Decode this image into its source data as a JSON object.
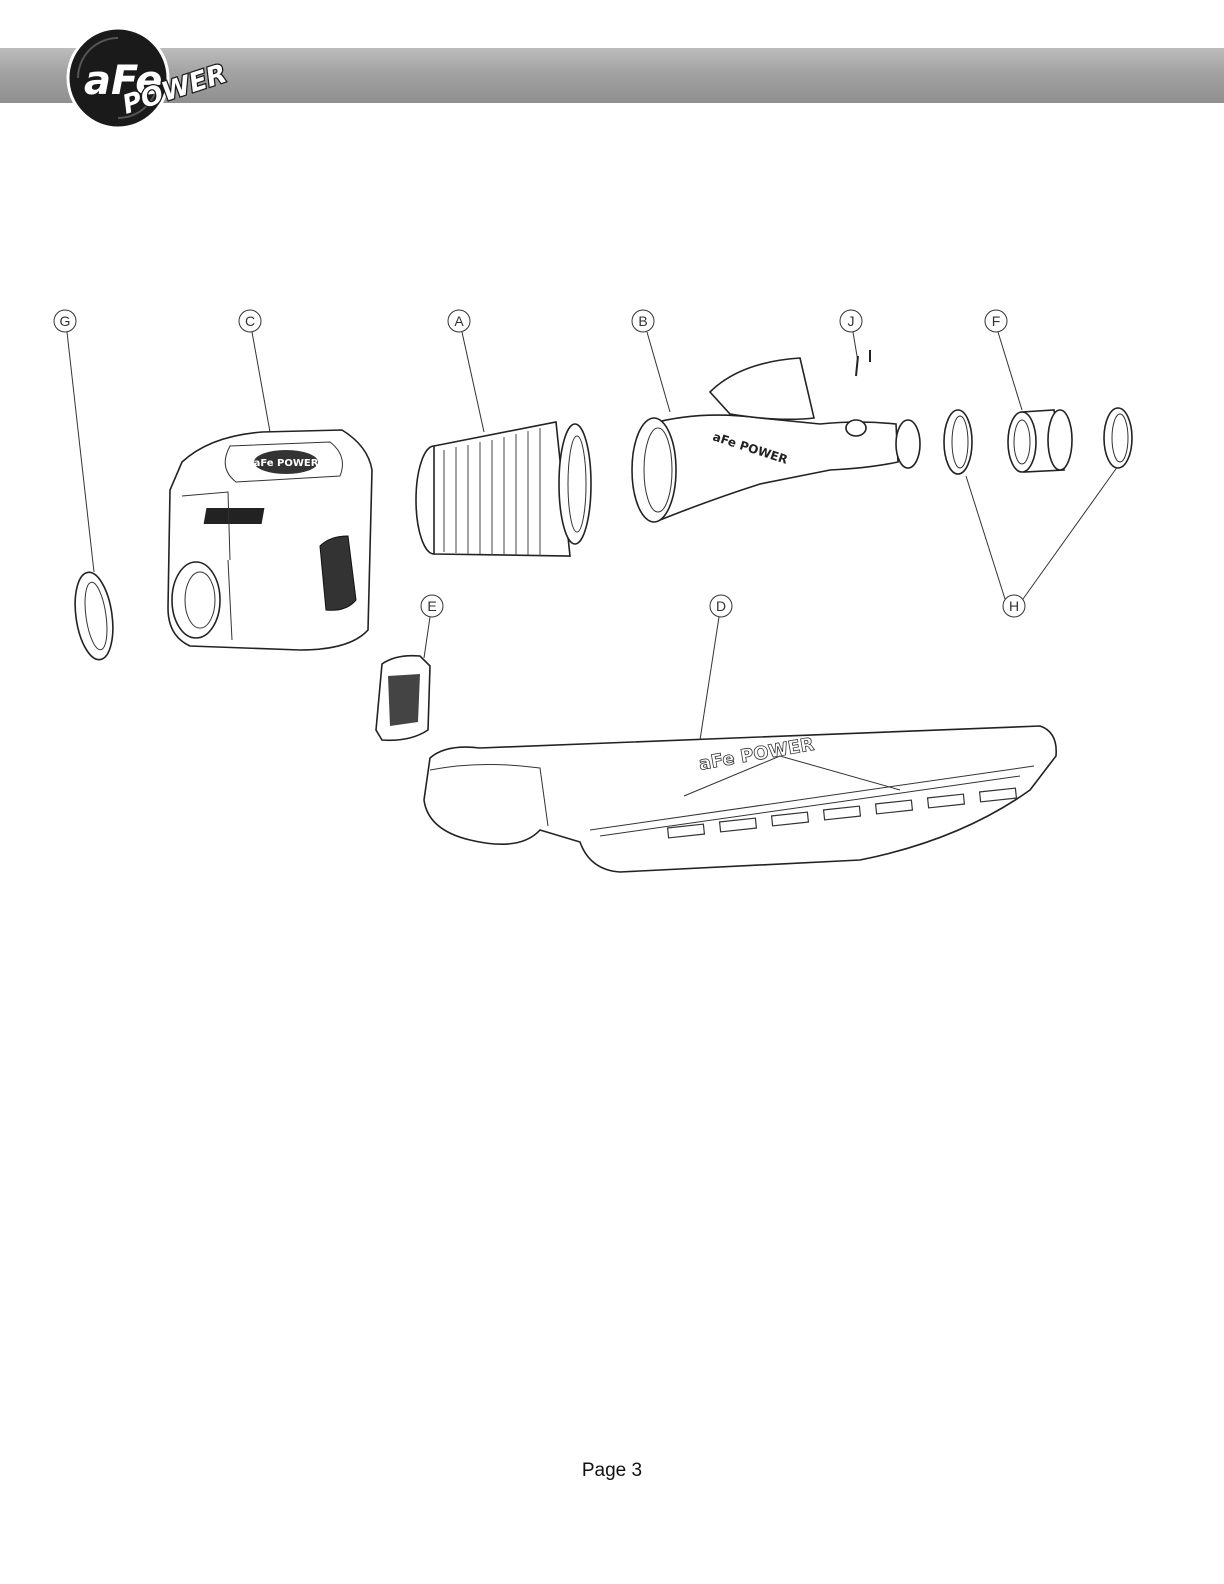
{
  "brand": {
    "logo_text_top": "aFe",
    "logo_text_bottom": "POWER"
  },
  "diagram": {
    "callouts": [
      "G",
      "C",
      "A",
      "B",
      "J",
      "F",
      "E",
      "D",
      "H"
    ],
    "tube_logo": "aFe POWER",
    "shield_logo": "aFe POWER",
    "lid_logo": "aFe POWER"
  },
  "footer": {
    "page_label": "Page 3"
  }
}
